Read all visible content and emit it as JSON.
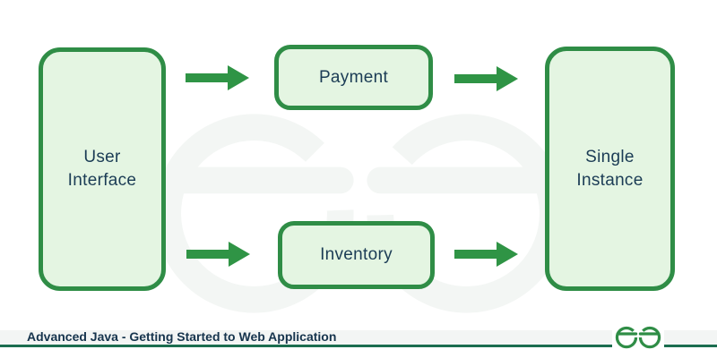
{
  "theme": {
    "green": "#2f8d46",
    "arrow_green": "#2f9445",
    "box_fill": "#e4f5e2",
    "text_navy": "#1b3c55",
    "footer_band": "#f3f5f4",
    "footer_line": "#1b6d4f",
    "footer_text": "#16344d",
    "watermark": "#f3f6f4",
    "bg": "#ffffff"
  },
  "diagram": {
    "user_interface": {
      "label": "User\nInterface"
    },
    "payment": {
      "label": "Payment"
    },
    "inventory": {
      "label": "Inventory"
    },
    "single_instance": {
      "label": "Single\nInstance"
    },
    "arrows": [
      {
        "from": "User Interface",
        "to": "Payment"
      },
      {
        "from": "Payment",
        "to": "Single Instance"
      },
      {
        "from": "User Interface",
        "to": "Inventory"
      },
      {
        "from": "Inventory",
        "to": "Single Instance"
      }
    ],
    "watermark_icon": "geeksforgeeks-logo"
  },
  "footer": {
    "caption": "Advanced Java - Getting Started to Web Application",
    "logo_icon": "geeksforgeeks-logo"
  }
}
